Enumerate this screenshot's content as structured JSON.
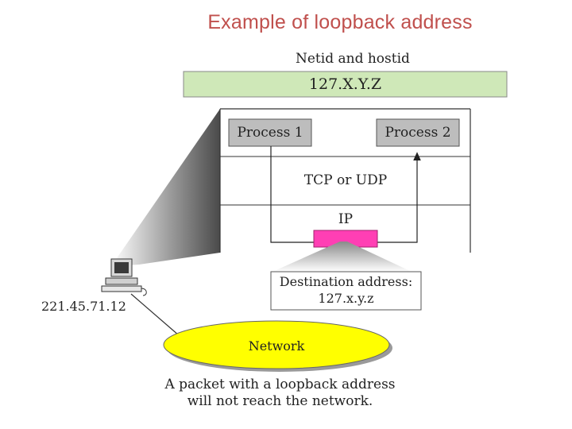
{
  "slide": {
    "title": "Example of loopback address"
  },
  "address_header": {
    "label": "Netid and hostid",
    "value": "127.X.Y.Z"
  },
  "host": {
    "processes": [
      "Process 1",
      "Process 2"
    ],
    "transport_label": "TCP or UDP",
    "network_layer_label": "IP",
    "ip_address": "221.45.71.12"
  },
  "destination": {
    "label": "Destination address:",
    "value": "127.x.y.z"
  },
  "network": {
    "label": "Network"
  },
  "caption": {
    "line1": "A packet with a loopback address",
    "line2": "will not reach the network."
  },
  "colors": {
    "title": "#c0504d",
    "address_bar": "#cfe8b8",
    "process_box": "#bdbdbd",
    "ip_packet": "#ff3fb4",
    "network": "#ffff00"
  }
}
